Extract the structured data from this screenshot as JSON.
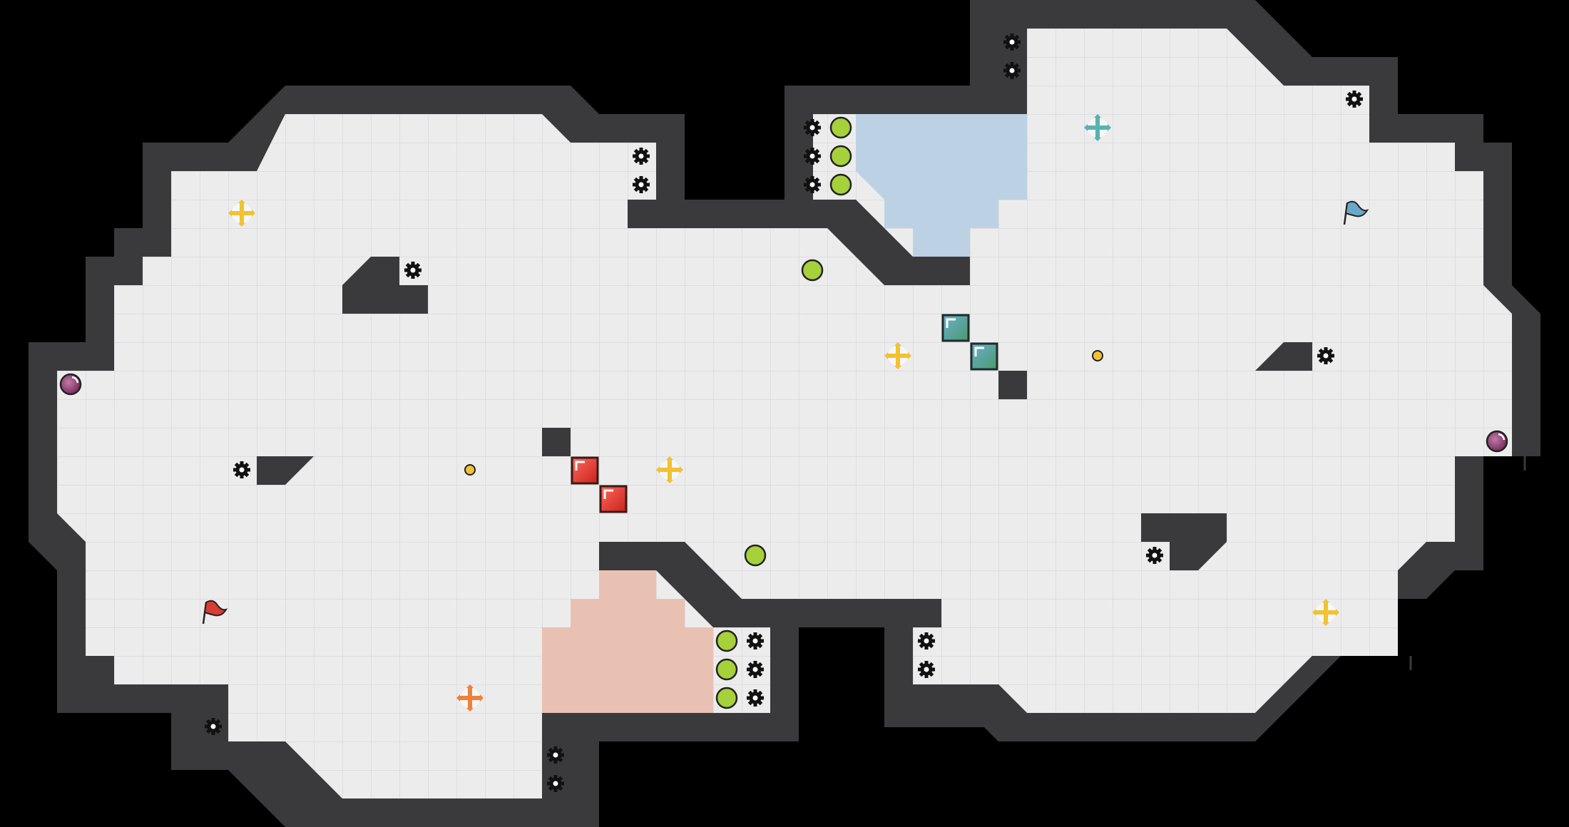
{
  "game": {
    "colors": {
      "background": "#000000",
      "floor": "#ececed",
      "grid_line": "#d9d9dc",
      "wall": "#3a3a3c",
      "wall_edge": "#55555a",
      "red_zone": "#e9c1b3",
      "blue_zone": "#bcd2e4",
      "red_block": "#e23a33",
      "teal_block": "#3a9c9a",
      "green_orb": "#a6d13a",
      "gold_pickup": "#f1c232",
      "orange_marker": "#f0813a",
      "teal_marker": "#56b4b0",
      "purple_orb": "#8e3f6f",
      "red_flag": "#d93b35",
      "blue_flag": "#6aa7c9"
    },
    "teams": {
      "red": {
        "flag": "red-flag-icon",
        "block": "red-block",
        "zone": "red-zone"
      },
      "blue": {
        "flag": "blue-flag-icon",
        "block": "teal-block",
        "zone": "blue-zone"
      }
    },
    "entities": {
      "spawn_cog": "gear-icon",
      "boost_orb": "green-orb-icon",
      "powerup": "gold-cross-icon",
      "portal": "purple-orb-icon",
      "coin": "gold-dot-icon"
    }
  }
}
